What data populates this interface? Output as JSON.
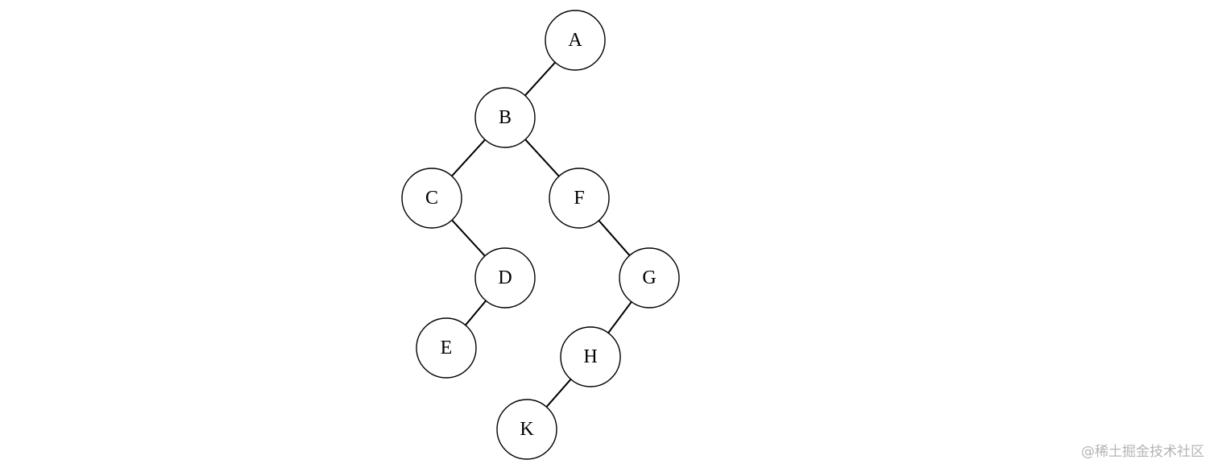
{
  "diagram": {
    "type": "binary-tree",
    "nodes": [
      {
        "id": "A",
        "label": "A"
      },
      {
        "id": "B",
        "label": "B"
      },
      {
        "id": "C",
        "label": "C"
      },
      {
        "id": "F",
        "label": "F"
      },
      {
        "id": "D",
        "label": "D"
      },
      {
        "id": "G",
        "label": "G"
      },
      {
        "id": "E",
        "label": "E"
      },
      {
        "id": "H",
        "label": "H"
      },
      {
        "id": "K",
        "label": "K"
      }
    ],
    "edges": [
      {
        "from": "A",
        "to": "B"
      },
      {
        "from": "B",
        "to": "C"
      },
      {
        "from": "B",
        "to": "F"
      },
      {
        "from": "C",
        "to": "D"
      },
      {
        "from": "F",
        "to": "G"
      },
      {
        "from": "D",
        "to": "E"
      },
      {
        "from": "G",
        "to": "H"
      },
      {
        "from": "H",
        "to": "K"
      }
    ]
  },
  "watermark": "@稀土掘金技术社区"
}
